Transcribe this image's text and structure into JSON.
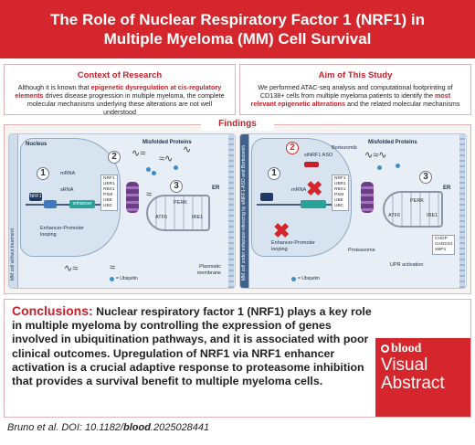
{
  "header": {
    "title_line1": "The Role of Nuclear Respiratory Factor 1 (NRF1) in",
    "title_line2": "Multiple Myeloma (MM) Cell Survival"
  },
  "context": {
    "heading": "Context of Research",
    "text_pre": "Although it is known that ",
    "text_highlight": "epigenetic dysregulation at cis-regulatory elements",
    "text_post": " drives disease progression in multiple myeloma, the complete molecular mechanisms underlying these alterations are not well understood"
  },
  "aim": {
    "heading": "Aim of This Study",
    "text_pre": "We performed ATAC-seq analysis and computational footprinting of CD138+ cells from multiple myeloma patients to identify the ",
    "text_highlight": "most relevant epigenetic alterations",
    "text_post": " and the related molecular mechanisms"
  },
  "findings": {
    "label": "Findings",
    "left_panel": {
      "side_label": "MM cell without treatment",
      "nucleus_label": "Nucleus",
      "steps": [
        "1",
        "2",
        "3"
      ],
      "mrna_label": "mRNA",
      "srna_label": "sRNA",
      "nrf1_box": "NRF1",
      "enhancer_box": "enhancer",
      "loop_label": "Enhancer-Promoter looping",
      "gene_list": "NRF1\nUBR1\nRBX1\nPSM\nUBE\nUBC",
      "misfolded_label": "Misfolded Proteins",
      "er_label": "ER",
      "membrane_label": "Plasmatic membrane",
      "ub_legend": "= Ubiquitin",
      "perk_labels": [
        "ATF6",
        "PERK",
        "IRE1"
      ]
    },
    "right_panel": {
      "side_label": "MM cell under enhancer-silencing by siNRF1-ASO and Bortezomib",
      "steps": [
        "1",
        "2",
        "3"
      ],
      "aso_label": "siNRF1 ASO",
      "bortezomib_label": "Bortezomib",
      "misfolded_label": "Misfolded Proteins",
      "mrna_label": "mRNA",
      "loop_label": "Enhancer-Promoter looping",
      "gene_list": "NRF1\nUBR1\nRBX1\nPSM\nUBE\nUBC",
      "proteasome_label": "Proteasome",
      "upr_label": "UPR activation",
      "er_label": "ER",
      "chop_label": "CHOP\nGADD34\nXBP1",
      "ub_legend": "= Ubiquitin",
      "perk_labels": [
        "ATF6",
        "PERK",
        "IRE1"
      ]
    }
  },
  "conclusions": {
    "heading": "Conclusions:",
    "text": " Nuclear respiratory factor 1 (NRF1) plays a key role in multiple myeloma by controlling the expression of genes involved in ubiquitination pathways, and it is associated with poor clinical outcomes. Upregulation of NRF1 via NRF1 enhancer activation is a crucial adaptive response to proteasome inhibition that provides a survival benefit to multiple myeloma cells."
  },
  "logo": {
    "brand": "blood",
    "line1": "Visual",
    "line2": "Abstract"
  },
  "citation": {
    "authors": "Bruno et al. DOI: 10.1182/",
    "journal": "blood",
    "doi_suffix": ".2025028441"
  },
  "colors": {
    "accent_red": "#d4262c",
    "panel_blue": "#e7eef5",
    "enhancer_teal": "#2aa199",
    "proteasome_purple": "#6b3d83"
  }
}
